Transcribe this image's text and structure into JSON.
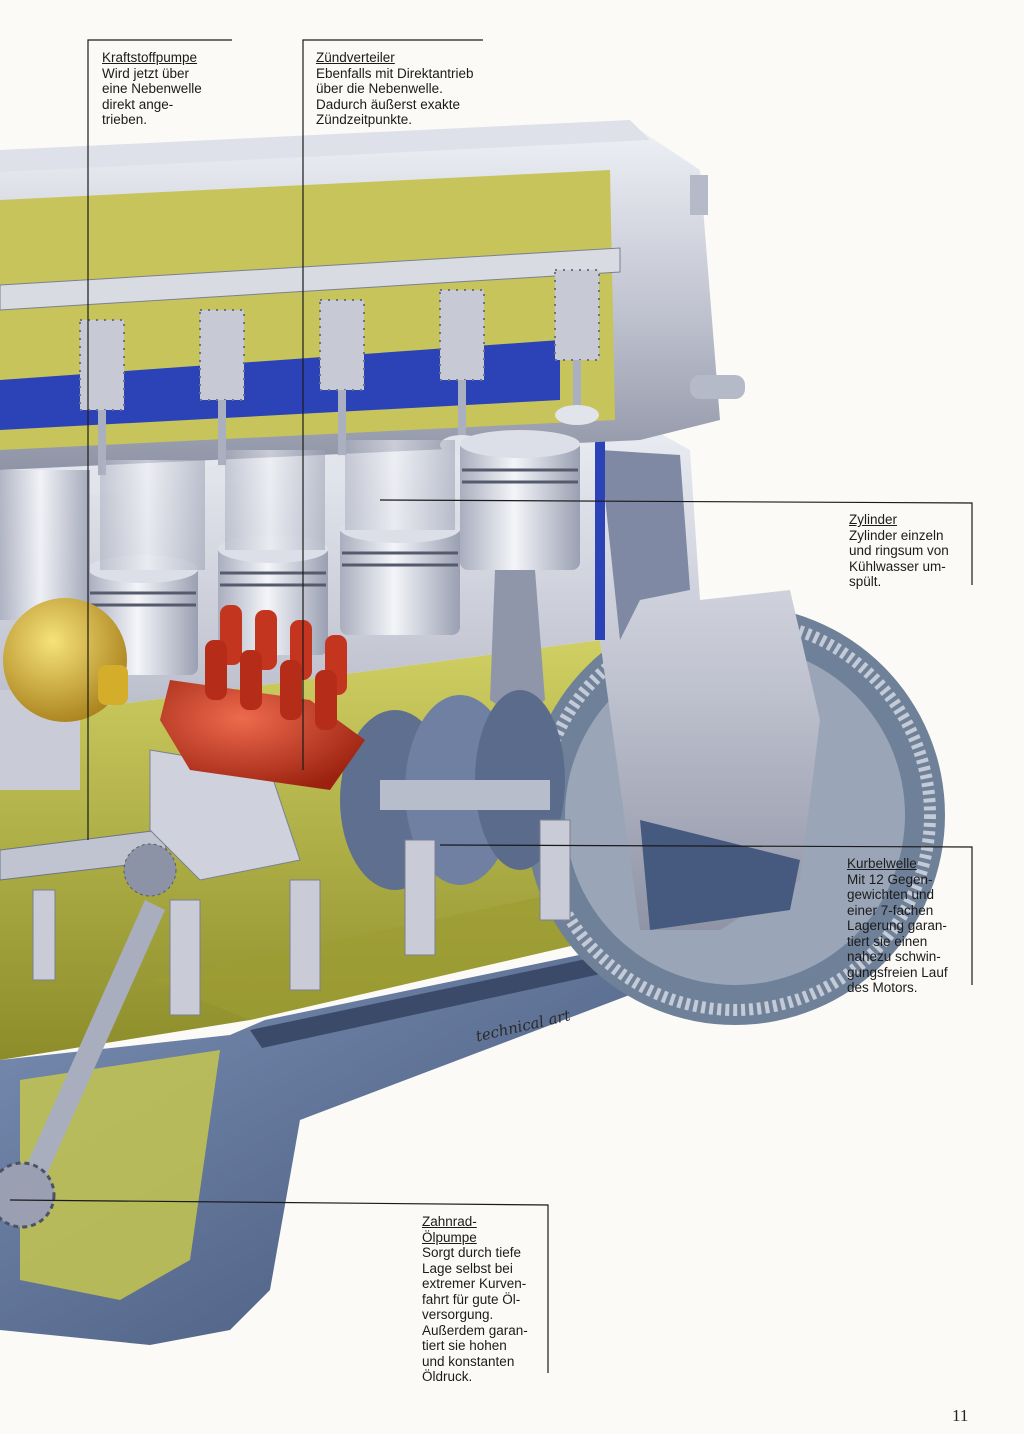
{
  "callouts": {
    "kraftstoffpumpe": {
      "title": "Kraftstoffpumpe",
      "lines": [
        "Wird jetzt über",
        "eine Nebenwelle",
        "direkt ange-",
        "trieben."
      ]
    },
    "zuendverteiler": {
      "title": "Zündverteiler",
      "lines": [
        "Ebenfalls mit Direktantrieb",
        "über die Nebenwelle.",
        "Dadurch äußerst exakte",
        "Zündzeitpunkte."
      ]
    },
    "zylinder": {
      "title": "Zylinder",
      "lines": [
        "Zylinder einzeln",
        "und ringsum von",
        "Kühlwasser um-",
        "spült."
      ]
    },
    "kurbelwelle": {
      "title": "Kurbelwelle",
      "lines": [
        "Mit 12 Gegen-",
        "gewichten und",
        "einer 7-fachen",
        "Lagerung garan-",
        "tiert sie einen",
        "nahezu schwin-",
        "gungsfreien Lauf",
        "des Motors."
      ]
    },
    "oelpumpe": {
      "title_line1": "Zahnrad-",
      "title_line2": "Ölpumpe",
      "lines": [
        "Sorgt durch tiefe",
        "Lage selbst bei",
        "extremer Kurven-",
        "fahrt für gute Öl-",
        "versorgung.",
        "Außerdem garan-",
        "tiert sie hohen",
        "und konstanten",
        "Öldruck."
      ]
    }
  },
  "signature": "technical art",
  "page_number": "11",
  "colors": {
    "engine_metal": "#c9ccd6",
    "coolant_blue": "#2c43b8",
    "crankcase_yellow": "#b8b83e",
    "distributor_red": "#c9341f",
    "fuel_pump_gold": "#d8b331",
    "oil_pan_blue": "#5a6f93"
  }
}
